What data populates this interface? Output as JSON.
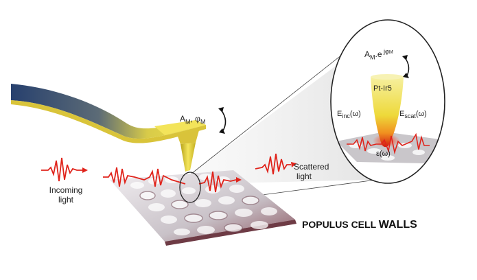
{
  "labels": {
    "incoming_line1": "Incoming",
    "incoming_line2": "light",
    "scattered_line1": "Scattered",
    "scattered_line2": "light",
    "cantilever_amp": "A",
    "cantilever_sub": "M",
    "cantilever_phase": ", φ",
    "cantilever_phase_sub": "M",
    "inset_amp": "A",
    "inset_amp_sub": "M",
    "inset_exp": ".e",
    "inset_exp_sup": " jφ",
    "inset_exp_sup_sub": "M",
    "tip_material": "Pt-Ir5",
    "e_inc": "E",
    "e_inc_sub": "inc",
    "e_inc_arg": "(ω)",
    "e_scat": "E",
    "e_scat_sub": "scat",
    "e_scat_arg": "(ω)",
    "epsilon": "ε(ω)",
    "sample_title_a": "POPULUS CELL ",
    "sample_title_b": "WALLS"
  },
  "colors": {
    "cantilever_blue": "#27406e",
    "cantilever_yellow": "#f1e04a",
    "wave_red": "#e0231b",
    "surface_light": "#e9e6ea",
    "surface_dark": "#8b5560",
    "inset_border": "#222222"
  }
}
